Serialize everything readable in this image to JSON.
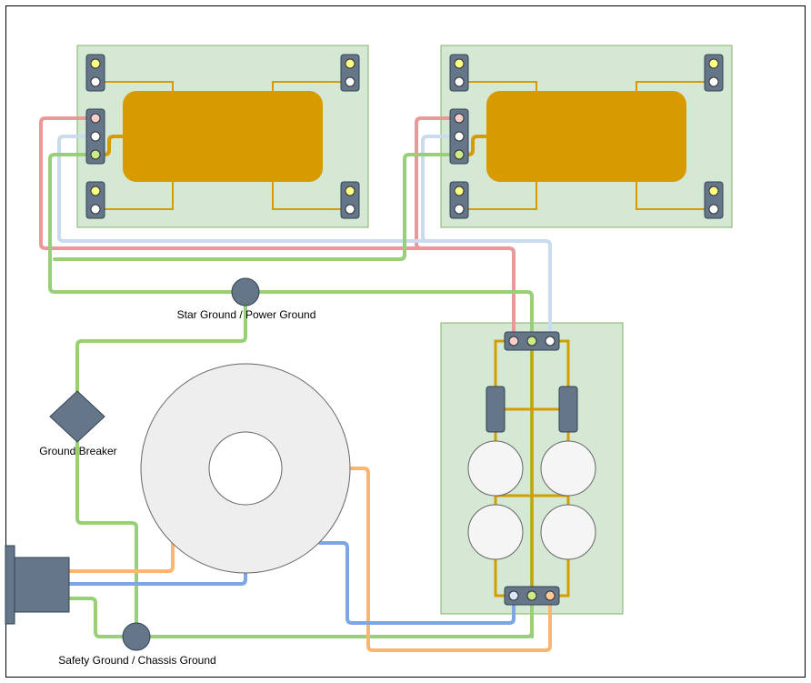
{
  "labels": {
    "star_ground": "Star Ground / Power Ground",
    "ground_breaker": "Ground Breaker",
    "safety_ground": "Safety Ground / Chassis Ground"
  },
  "colors": {
    "board_fill": "#d5e8d4",
    "board_stroke": "#82b366",
    "transformer_body": "#d79b00",
    "terminal": "#647687",
    "wire_red": "#ea9999",
    "wire_white": "#c9dbee",
    "wire_green": "#97d077",
    "wire_orange": "#ffb570",
    "wire_blue": "#7ea6e0",
    "toroid": "#eeeeee",
    "dot_yellow": "#ffff88",
    "dot_pink": "#f8cecc",
    "dot_green": "#cdeb8b",
    "dot_orange": "#ffcc99",
    "dot_blue": "#dae8fc"
  }
}
